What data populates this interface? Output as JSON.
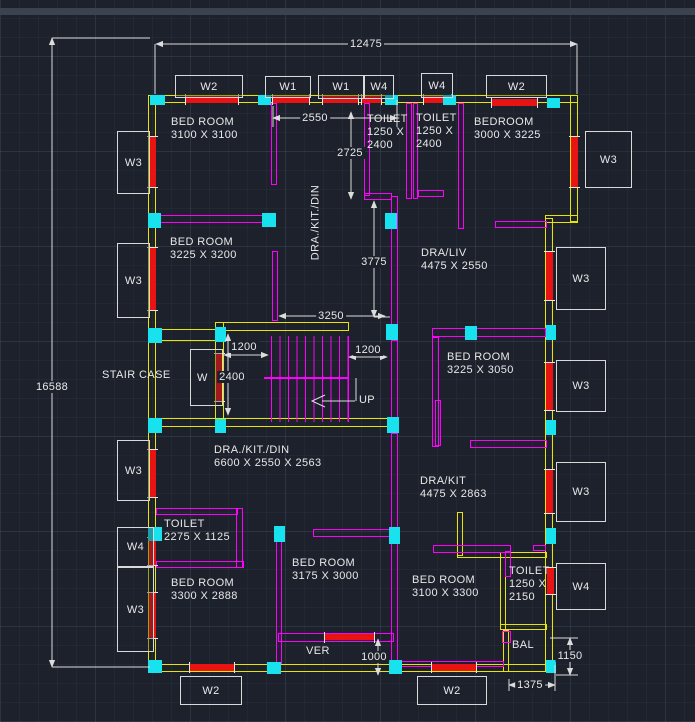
{
  "app": {
    "context": "cad-floor-plan-view"
  },
  "colors": {
    "background": "#1c212b",
    "wall_outline": "#e6e600",
    "partition": "#ff00ff",
    "window_marker": "#e81414",
    "junction_block": "#19e2ef",
    "annotation": "#e8e8e8"
  },
  "rooms": [
    {
      "name": "BED ROOM",
      "dims": "3100 X 3100"
    },
    {
      "name": "TOILET",
      "dims": "1250 X 2400"
    },
    {
      "name": "TOILET",
      "dims": "1250 X 2400"
    },
    {
      "name": "BEDROOM",
      "dims": "3000 X 3225"
    },
    {
      "name": "BED ROOM",
      "dims": "3225 X 3200"
    },
    {
      "name": "DRA./KIT./DIN",
      "dims": ""
    },
    {
      "name": "DRA/LIV",
      "dims": "4475 X 2550"
    },
    {
      "name": "BED ROOM",
      "dims": "3225 X 3050"
    },
    {
      "name": "STAIR CASE",
      "dims": ""
    },
    {
      "name": "DRA./KIT./DIN",
      "dims": "6600 X 2550 X 2563"
    },
    {
      "name": "DRA/KIT",
      "dims": "4475 X 2863"
    },
    {
      "name": "TOILET",
      "dims": "2275 X 1125"
    },
    {
      "name": "BED ROOM",
      "dims": "3300 X 2888"
    },
    {
      "name": "BED ROOM",
      "dims": "3175 X 3000"
    },
    {
      "name": "BED ROOM",
      "dims": "3100 X 3300"
    },
    {
      "name": "TOILET",
      "dims": "1250 X 2150"
    },
    {
      "name": "VER",
      "dims": ""
    },
    {
      "name": "BAL",
      "dims": ""
    }
  ],
  "dimensions": {
    "overall_width": "12475",
    "overall_height": "16588",
    "d2550": "2550",
    "d2725": "2725",
    "d3775": "3775",
    "d3250": "3250",
    "stair_left": "1200",
    "stair_right": "1200",
    "stair_width": "2400",
    "ver_height": "1000",
    "bal_height": "1150",
    "bal_width": "1375"
  },
  "windows": {
    "top": [
      "W2",
      "W1",
      "W1",
      "W4",
      "W4",
      "W2"
    ],
    "bottom": [
      "W2",
      "W2"
    ],
    "left": [
      "W3",
      "W3",
      "W3",
      "W4",
      "W3"
    ],
    "right": [
      "W3",
      "W3",
      "W3",
      "W3",
      "W4"
    ],
    "stair": "W"
  },
  "annotations": {
    "up": "UP"
  }
}
